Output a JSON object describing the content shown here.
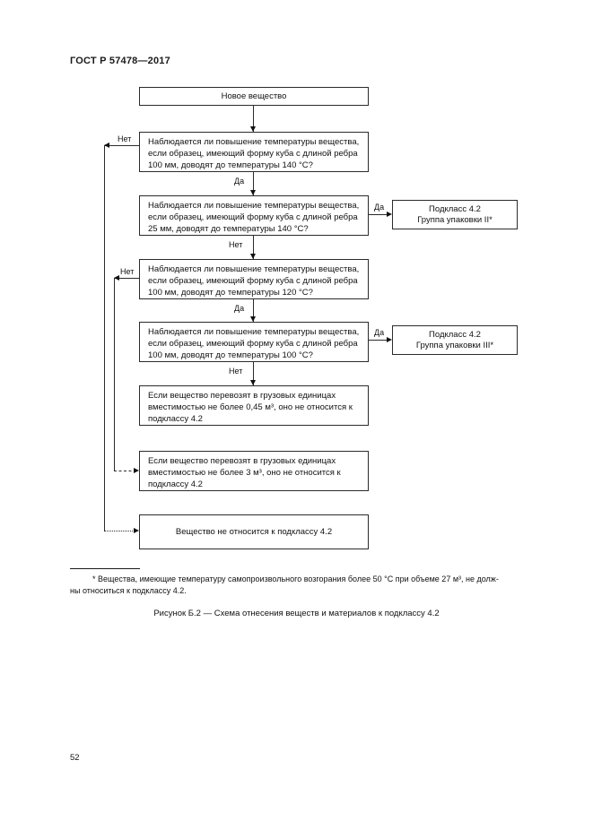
{
  "header": {
    "title": "ГОСТ Р 57478—2017"
  },
  "flowchart": {
    "labels": {
      "yes": "Да",
      "no": "Нет"
    },
    "start": "Новое вещество",
    "d1": "Наблюдается ли повышение температуры вещества, если образец, имеющий форму куба с длиной ребра 100 мм, доводят до температуры 140 °С?",
    "d2": "Наблюдается ли повышение температуры вещества, если образец, имеющий форму куба с длиной ребра 25 мм, доводят до температуры 140 °С?",
    "d3": "Наблюдается ли повышение температуры вещества, если образец, имеющий форму куба с длиной ребра 100 мм, доводят до температуры 120 °С?",
    "d4": "Наблюдается ли повышение температуры вещества, если образец, имеющий форму куба с длиной ребра 100 мм, доводят до температуры 100 °С?",
    "result_045": "Если вещество перевозят в грузовых единицах вместимостью не более 0,45 м³, оно не относится к подклассу 4.2",
    "result_3": "Если вещество перевозят в грузовых единицах вместимостью не более 3 м³, оно не относится к подклассу 4.2",
    "result_not": "Вещество не относится к подклассу 4.2",
    "subclass2": {
      "line1": "Подкласс 4.2",
      "line2": "Группа упаковки II*"
    },
    "subclass3": {
      "line1": "Подкласс 4.2",
      "line2": "Группа упаковки III*"
    }
  },
  "footnote": {
    "line1": "*  Вещества, имеющие температуру самопроизвольного возгорания более 50 °С при объеме 27 м³, не долж-",
    "line2": "ны относиться к подклассу 4.2."
  },
  "caption": "Рисунок Б.2 — Схема отнесения веществ и материалов к подклассу 4.2",
  "page_number": "52"
}
